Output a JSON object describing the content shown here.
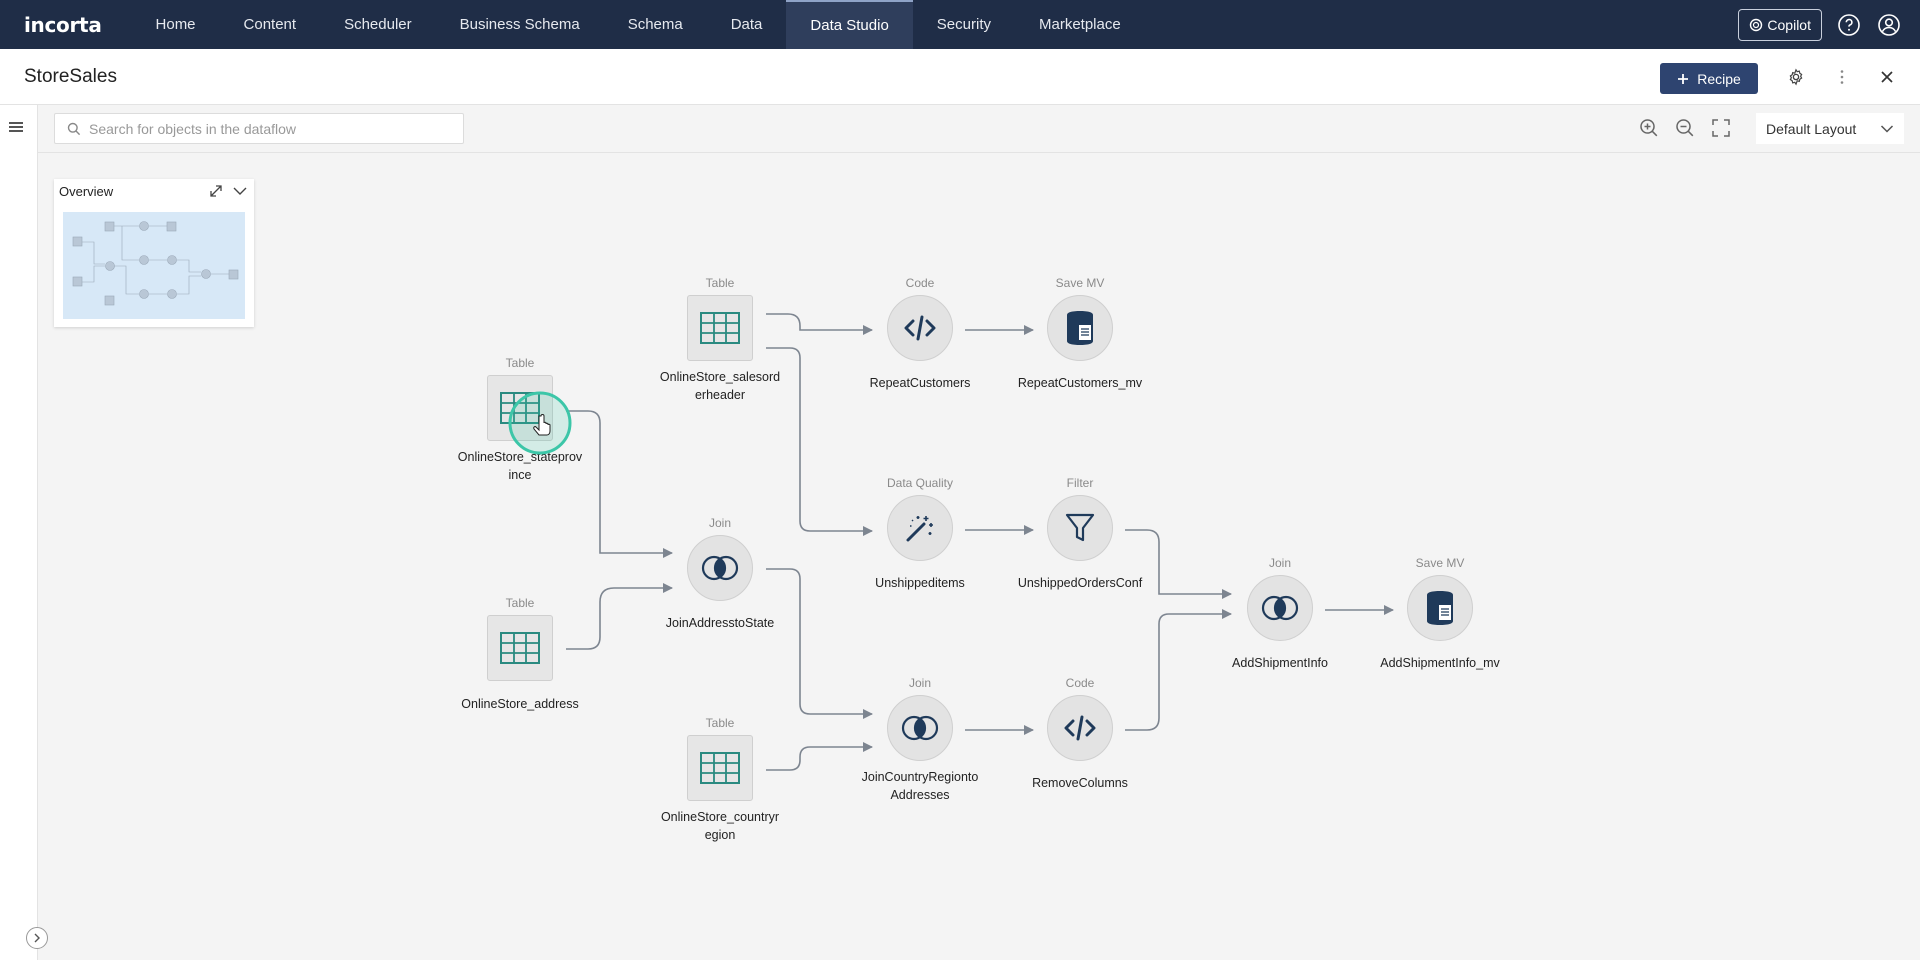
{
  "brand": "incorta",
  "nav": {
    "items": [
      "Home",
      "Content",
      "Scheduler",
      "Business Schema",
      "Schema",
      "Data",
      "Data Studio",
      "Security",
      "Marketplace"
    ],
    "active": "Data Studio",
    "copilot_label": "Copilot"
  },
  "header": {
    "title": "StoreSales",
    "recipe_label": "Recipe"
  },
  "toolbar": {
    "search_placeholder": "Search for objects in the dataflow",
    "layout_value": "Default Layout"
  },
  "overview": {
    "title": "Overview"
  },
  "nodes": {
    "salesorderheader": {
      "type": "Table",
      "label1": "OnlineStore_salesord",
      "label2": "erheader"
    },
    "repeatcustomers": {
      "type": "Code",
      "label1": "RepeatCustomers"
    },
    "repeatcustomers_mv": {
      "type": "Save MV",
      "label1": "RepeatCustomers_mv"
    },
    "stateprovince": {
      "type": "Table",
      "label1": "OnlineStore_stateprov",
      "label2": "ince"
    },
    "unshippeditems": {
      "type": "Data Quality",
      "label1": "Unshippeditems"
    },
    "unshippedordersconf": {
      "type": "Filter",
      "label1": "UnshippedOrdersConf"
    },
    "joinaddresstostate": {
      "type": "Join",
      "label1": "JoinAddresstoState"
    },
    "address": {
      "type": "Table",
      "label1": "OnlineStore_address"
    },
    "addshipmentinfo": {
      "type": "Join",
      "label1": "AddShipmentInfo"
    },
    "addshipmentinfo_mv": {
      "type": "Save MV",
      "label1": "AddShipmentInfo_mv"
    },
    "countryregion": {
      "type": "Table",
      "label1": "OnlineStore_countryr",
      "label2": "egion"
    },
    "joincountryregion": {
      "type": "Join",
      "label1": "JoinCountryRegionto",
      "label2": "Addresses"
    },
    "removecolumns": {
      "type": "Code",
      "label1": "RemoveColumns"
    }
  },
  "colors": {
    "nav_bg": "#1f2d47",
    "primary_button": "#2e4470",
    "table_icon": "#2a8a80",
    "node_icon": "#1f3a5a",
    "cursor_ring": "#3cc6a8"
  }
}
